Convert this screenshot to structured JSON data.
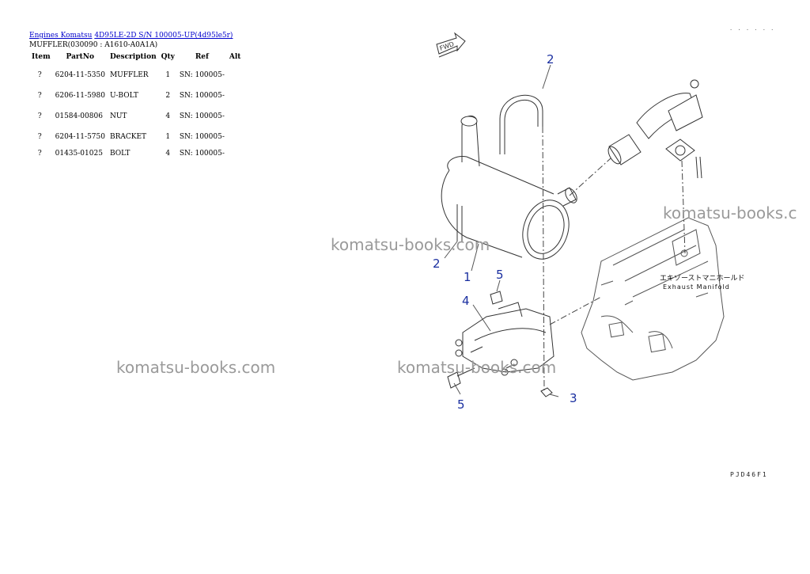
{
  "breadcrumb": {
    "link1": "Engines Komatsu",
    "link2": "4D95LE-2D S/N 100005-UP(4d95le5r)"
  },
  "section_title": "MUFFLER(030090 : A1610-A0A1A)",
  "table": {
    "headers": [
      "Item",
      "PartNo",
      "Description",
      "Qty",
      "Ref",
      "Alt"
    ],
    "rows": [
      {
        "item": "?",
        "partno": "6204-11-5350",
        "description": "MUFFLER",
        "qty": "1",
        "ref": "SN: 100005-",
        "alt": ""
      },
      {
        "item": "?",
        "partno": "6206-11-5980",
        "description": "U-BOLT",
        "qty": "2",
        "ref": "SN: 100005-",
        "alt": ""
      },
      {
        "item": "?",
        "partno": "01584-00806",
        "description": "NUT",
        "qty": "4",
        "ref": "SN: 100005-",
        "alt": ""
      },
      {
        "item": "?",
        "partno": "6204-11-5750",
        "description": "BRACKET",
        "qty": "1",
        "ref": "SN: 100005-",
        "alt": ""
      },
      {
        "item": "?",
        "partno": "01435-01025",
        "description": "BOLT",
        "qty": "4",
        "ref": "SN: 100005-",
        "alt": ""
      }
    ]
  },
  "drawing": {
    "fwd_label": "FWD",
    "callouts": [
      "2",
      "2",
      "1",
      "5",
      "4",
      "3",
      "5"
    ],
    "manifold_label_jp": "エキゾーストマニホールド",
    "manifold_label_en": "Exhaust Manifold",
    "callout_color": "#1a2fa0"
  },
  "watermarks": [
    "komatsu-books.com",
    "komatsu-books.c",
    "komatsu-books.com",
    "komatsu-books.com"
  ],
  "page_code": "PJD46F1",
  "corner_mark": "· · · · · ·"
}
